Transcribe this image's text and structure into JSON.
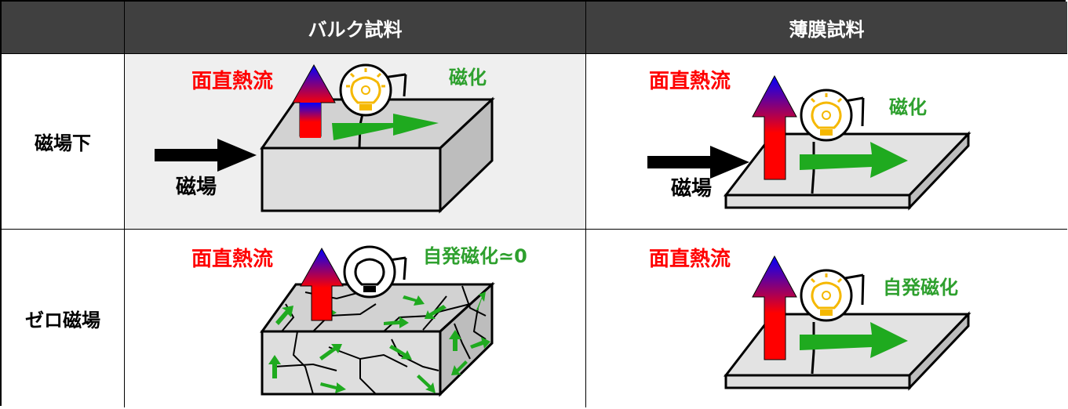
{
  "header": {
    "corner": "",
    "bulk": "バルク試料",
    "film": "薄膜試料"
  },
  "rows": {
    "field": "磁場下",
    "zero": "ゼロ磁場"
  },
  "labels": {
    "heat_flow": "面直熱流",
    "magnetization": "磁化",
    "magnetic_field": "磁場",
    "spontaneous_zero": "自発磁化≃0",
    "spontaneous": "自発磁化"
  },
  "icons": {
    "bulb_lit": "lightbulb-lit-icon",
    "bulb_off": "lightbulb-off-icon"
  },
  "colors": {
    "header_bg": "#404040",
    "heat_label": "#ff0000",
    "magnet_label": "#2ea02e",
    "arrow_green": "#1faa1f",
    "bulb_yellow": "#f5b800",
    "panel_gray": "#efefef"
  }
}
